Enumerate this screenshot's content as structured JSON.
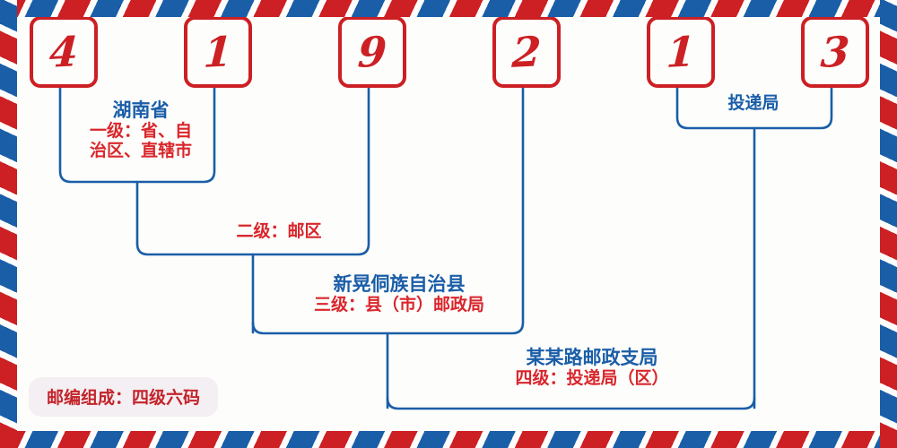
{
  "meta": {
    "title": "邮政编码结构图",
    "background_color": "#fdfdfb",
    "accent_red": "#cc2024",
    "accent_blue": "#1a5ea8",
    "label_red": "#d9262c",
    "chip_background": "#f4eff2"
  },
  "postcode": {
    "digits": [
      "4",
      "1",
      "9",
      "2",
      "1",
      "3"
    ],
    "full": "419213"
  },
  "levels": {
    "level1": {
      "name": "湖南省",
      "level_text": "一级：省、自治区、直辖市",
      "level_line1": "一级：省、自",
      "level_line2": "治区、直辖市"
    },
    "level2": {
      "name": "",
      "level_text": "二级：邮区"
    },
    "level3": {
      "name": "新晃侗族自治县",
      "level_text": "三级：县（市）邮政局"
    },
    "level4": {
      "name": "某某路邮政支局",
      "level_text": "四级：投递局（区）"
    }
  },
  "delivery_office": {
    "label": "投递局"
  },
  "caption": {
    "text": "邮编组成：四级六码"
  }
}
